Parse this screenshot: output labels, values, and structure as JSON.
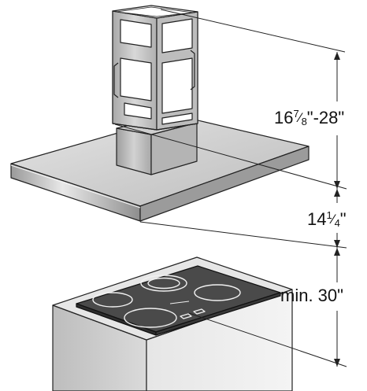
{
  "dimensions": {
    "chimney_height": {
      "whole": "16",
      "num": "7",
      "den": "8",
      "suffix": "\"-28\""
    },
    "canopy_height": {
      "whole": "14",
      "num": "1",
      "den": "4",
      "suffix": "\""
    },
    "min_clearance": {
      "text": "min. 30\""
    }
  },
  "colors": {
    "outline": "#222222",
    "hood_light": "#dcdcdc",
    "hood_mid": "#b8b8b8",
    "hood_dark": "#8c8c8c",
    "cooktop_glass": "#4a4a4a",
    "cabinet": "#d4d4d4"
  }
}
